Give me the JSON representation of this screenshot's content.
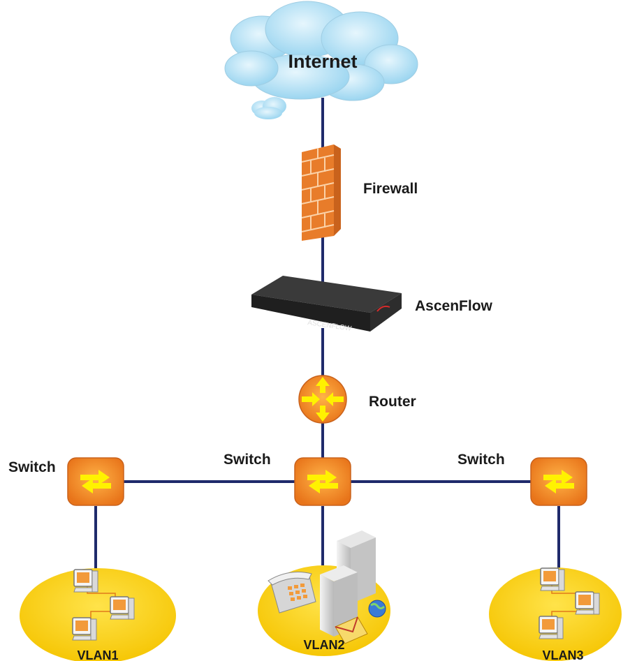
{
  "labels": {
    "internet": "Internet",
    "firewall": "Firewall",
    "ascenflow": "AscenFlow",
    "router": "Router",
    "switch_left": "Switch",
    "switch_center": "Switch",
    "switch_right": "Switch",
    "vlan1": "VLAN1",
    "vlan2": "VLAN2",
    "vlan3": "VLAN3",
    "device_brand": "ASCENFLOW"
  },
  "colors": {
    "link": "#1f2a6b",
    "device_orange": "#f7921e",
    "arrow_yellow": "#fff200",
    "vlan_yellow": "#fcd116",
    "cloud": "#a8dcf2",
    "firewall": "#e87c2a",
    "appliance": "#2b2b2b"
  },
  "icons": [
    "cloud-icon",
    "firewall-icon",
    "appliance-icon",
    "router-icon",
    "switch-icon",
    "computer-icon",
    "server-icon",
    "phone-icon",
    "mail-icon",
    "globe-icon"
  ]
}
